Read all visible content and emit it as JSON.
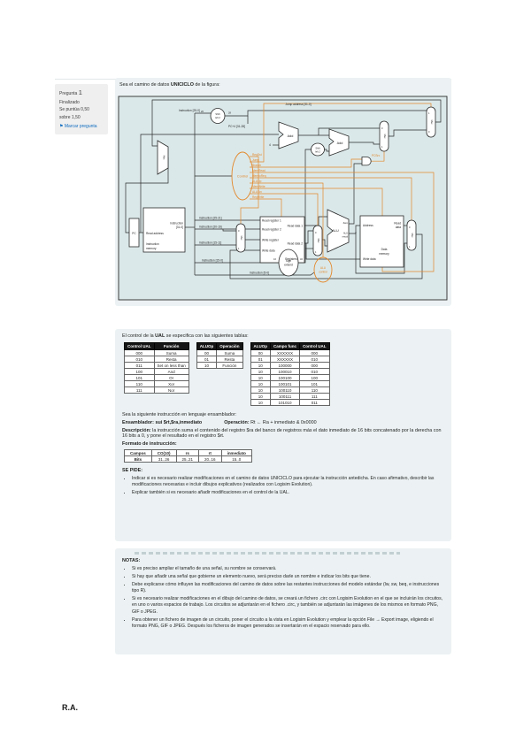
{
  "colors": {
    "accent_orange": "#e2882b",
    "link_blue": "#0f6cbf",
    "panel_bg": "#ecf2f3",
    "diagram_bg": "#dbe8e9"
  },
  "sidebar": {
    "question_word": "Pregunta",
    "question_number": "1",
    "status": "Finalizado",
    "grade_line1": "Se puntúa 0,50",
    "grade_line2": "sobre 1,50",
    "flag_icon": "⚑",
    "flag_label": "Marcar pregunta"
  },
  "intro": {
    "pre": "Sea el camino de datos ",
    "bold": "UNICICLO",
    "post": " de la figura:"
  },
  "diagram": {
    "labels": {
      "mux": "Mux",
      "sel0": "0",
      "sel1": "1",
      "pc": "PC",
      "read_address": "Read address",
      "instr_l1": "Instruction",
      "instr_l2": "[31-0]",
      "imem_l1": "Instruction",
      "imem_l2": "memory",
      "i25_0": "Instruction [25-0]",
      "i25_21": "Instruction [25-21]",
      "i20_16": "Instruction [20-16]",
      "i15_11": "Instruction [15-11]",
      "i15_0": "Instruction [15-0]",
      "i5_0": "Instruction [5-0]",
      "shift_l1": "Shift",
      "shift_l2": "left 2",
      "jump_addr": "Jump address [31-0]",
      "pc4": "PC+4 [31-28]",
      "n26": "26",
      "n28": "28",
      "n16": "16",
      "n32": "32",
      "n4": "4",
      "add": "Add",
      "branch_add": "Add",
      "control": "Control",
      "sig_regdst": "RegDst",
      "sig_jump": "Jump",
      "sig_branch": "Branch",
      "sig_memread": "MemRead",
      "sig_memtoreg": "MemtoReg",
      "sig_aluop": "ALUOp",
      "sig_memwrite": "MemWrite",
      "sig_alusrc": "ALUSrc",
      "sig_regwrite": "RegWrite",
      "pcsrc": "PCSrc",
      "rr1": "Read register 1",
      "rr2": "Read register 2",
      "wr": "Write register",
      "wd": "Write data",
      "rd1": "Read data 1",
      "rd2": "Read data 2",
      "registers": "Registers",
      "sign_l1": "Sign",
      "sign_l2": "extend",
      "alu": "ALU",
      "zero": "Zero",
      "alures_l1": "ALU",
      "alures_l2": "result",
      "aluctl_l1": "ALU",
      "aluctl_l2": "control",
      "address": "Address",
      "dm_wd": "Write data",
      "dm_rd_l1": "Read",
      "dm_rd_l2": "data",
      "dmem_l1": "Data",
      "dmem_l2": "memory"
    }
  },
  "ual": {
    "heading_pre": "El control de la ",
    "heading_bold": "UAL",
    "heading_post": " se especifica con las siguientes tablas:",
    "table1": {
      "headers": [
        "Control UAL",
        "Función"
      ],
      "rows": [
        [
          "000",
          "Suma"
        ],
        [
          "010",
          "Resta"
        ],
        [
          "011",
          "Set on less than"
        ],
        [
          "100",
          "And"
        ],
        [
          "101",
          "Or"
        ],
        [
          "110",
          "Xor"
        ],
        [
          "111",
          "Nor"
        ]
      ]
    },
    "table2": {
      "headers": [
        "ALUOp",
        "Operación"
      ],
      "rows": [
        [
          "00",
          "Suma"
        ],
        [
          "01",
          "Resta"
        ],
        [
          "10",
          "Función"
        ]
      ]
    },
    "table3": {
      "headers": [
        "ALUOp",
        "Campo func",
        "Control UAL"
      ],
      "rows": [
        [
          "00",
          "XXXXXX",
          "000"
        ],
        [
          "01",
          "XXXXXX",
          "010"
        ],
        [
          "10",
          "100000",
          "000"
        ],
        [
          "10",
          "100010",
          "010"
        ],
        [
          "10",
          "100100",
          "100"
        ],
        [
          "10",
          "100101",
          "101"
        ],
        [
          "10",
          "100110",
          "110"
        ],
        [
          "10",
          "100111",
          "111"
        ],
        [
          "10",
          "101010",
          "011"
        ]
      ]
    }
  },
  "instruction": {
    "intro": "Sea la siguiente instrucción en lenguaje ensamblador:",
    "asm_label": "Ensamblador:",
    "asm_value": "sui $rt,$ra,inmediato",
    "op_label": "Operación:",
    "op_value": "Rt ← Ra + inmediato & 0x0000",
    "desc_label": "Descripción:",
    "desc_value": "la instrucción suma el contenido del registro $ra del banco de registros más el dato inmediato de 16 bits concatenado por la derecha con 16 bits a 0, y pone el resultado en el registro $rt.",
    "format_label": "Formato de instrucción:",
    "format_rows": [
      [
        "Campos",
        "CO(10)",
        "rs",
        "rt",
        "inmediato"
      ],
      [
        "Bits",
        "31..26",
        "25..21",
        "20..16",
        "15..0"
      ]
    ]
  },
  "se_pide": {
    "heading": "SE PIDE:",
    "bullets": [
      "Indicar si es necesario realizar modificaciones en el camino de datos UNICICLO para ejecutar la instrucción antedicha. En caso afirmativo, describir las modificaciones necesarias e incluir dibujos explicativos (realizados con Logisim Evolution).",
      "Explicar también si es necesario añadir modificaciones en el control de la UAL."
    ]
  },
  "notas": {
    "heading": "NOTAS:",
    "bullets": [
      "Si es preciso ampliar el tamaño de una señal, su nombre se conservará.",
      "Si hay que añadir una señal que gobierne un elemento nuevo, será preciso darle un nombre e indicar los bits que tiene.",
      "Debe explicarse cómo influyen las modificaciones del camino de datos sobre las restantes instrucciones del modelo estándar (lw, sw, beq, e instrucciones tipo R).",
      "Si es necesario realizar modificaciones en el dibujo del camino de datos, se creará un fichero .circ con Logisim Evolution en el que se incluirán los circuitos, en uno o varios espacios de trabajo. Los circuitos se adjuntarán en el fichero .circ, y también se adjuntarán las imágenes de los mismos en formato PNG, GIF o JPEG.",
      "Para obtener un fichero de imagen de un circuito, poner el circuito a la vista en Logisim Evolution y emplear la opción File → Export image, eligiendo el formato PNG, GIF o JPEG. Después los ficheros de imagen generados se insertarán en el espacio reservado para ello."
    ]
  },
  "footer": {
    "initials": "R.A."
  }
}
